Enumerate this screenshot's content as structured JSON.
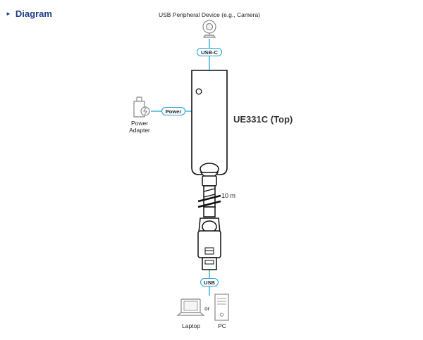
{
  "heading": {
    "title": "Diagram"
  },
  "diagram": {
    "peripheral_label": "USB Peripheral Device (e.g., Camera)",
    "usb_c_label": "USB-C",
    "power_label": "Power",
    "power_adapter_label_line1": "Power",
    "power_adapter_label_line2": "Adapter",
    "device_name": "UE331C (Top)",
    "cable_length": "10 m",
    "usb_label": "USB",
    "host_laptop_label": "Laptop",
    "host_or_label": "or",
    "host_pc_label": "PC"
  },
  "colors": {
    "heading": "#1f3f86",
    "connector_line": "#1aa3d5",
    "outline": "#111111"
  },
  "icons": [
    "webcam-icon",
    "power-adapter-icon",
    "laptop-icon",
    "pc-tower-icon"
  ]
}
